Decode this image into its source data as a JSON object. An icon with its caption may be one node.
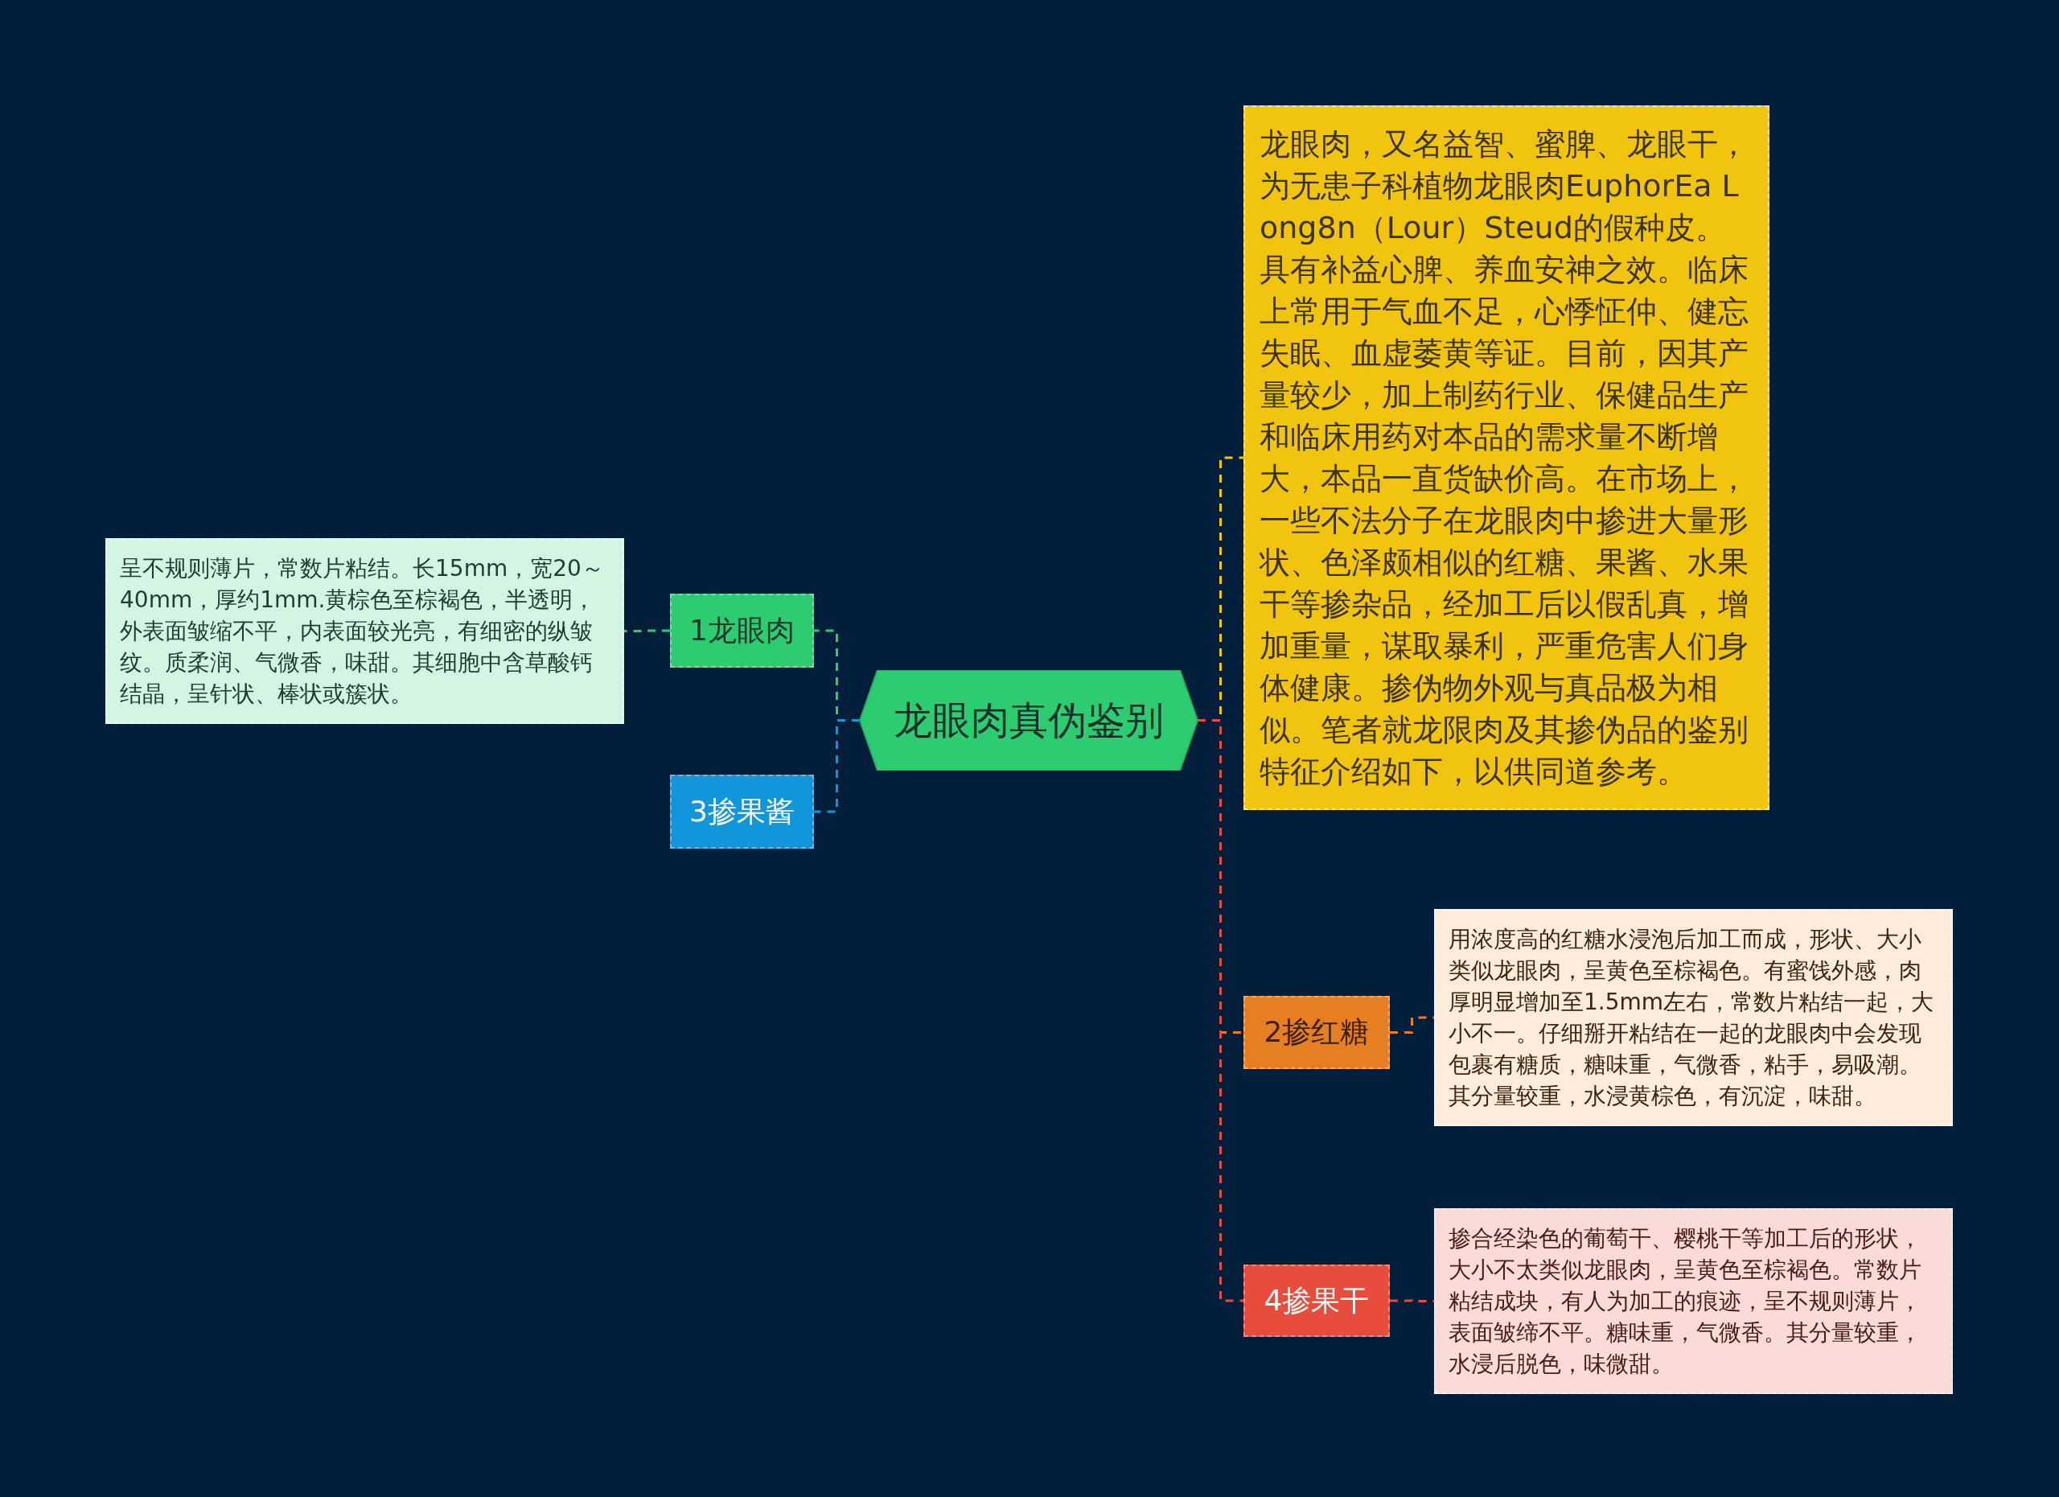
{
  "diagram": {
    "nodes": [
      {
        "text": [
          "龙眼肉真伪鉴别"
        ]
      },
      {
        "text": [
          "1龙眼肉"
        ]
      },
      {
        "text": [
          "呈不规则薄片，常数片粘结。长15mm，宽20～40mm，厚约1mm.黄棕色至棕褐色，半透明，外表面皱缩不平，内表面较光亮，有细密的纵皱纹。质柔润、气微香，味甜。其细胞中含草酸钙结晶，呈针状、棒状或簇状。"
        ]
      },
      {
        "text": [
          "3掺果酱"
        ]
      },
      {
        "text": [
          "龙眼肉，又名益智、蜜脾、龙眼干，为无患子科植物龙眼肉EuphorEa Long8n（Lour）Steud的假种皮。具有补益心脾、养血安神之效。临床上常用于气血不足，心悸怔仲、健忘失眠、血虚萎黄等证。目前，因其产量较少，加上制药行业、保健品生产和临床用药对本品的需求量不断增大，本品一直货缺价高。在市场上，一些不法分子在龙眼肉中掺进大量形状、色泽颇相似的红糖、果酱、水果干等掺杂品，经加工后以假乱真，增加重量，谋取暴利，严重危害人们身体健康。掺伪物外观与真品极为相似。笔者就龙限肉及其掺伪品的鉴别特征介绍如下，以供同道参考。"
        ]
      },
      {
        "text": [
          "2掺红糖"
        ]
      },
      {
        "text": [
          "用浓度高的红糖水浸泡后加工而成，形状、大小类似龙眼肉，呈黄色至棕褐色。有蜜饯外感，肉厚明显增加至1.5mm左右，常数片粘结一起，大小不一。仔细掰开粘结在一起的龙眼肉中会发现包裹有糖质，糖味重，气微香，粘手，易吸潮。其分量较重，水浸黄棕色，有沉淀，味甜。"
        ]
      },
      {
        "text": [
          "4掺果干"
        ]
      },
      {
        "text": [
          "掺合经染色的葡萄干、樱桃干等加工后的形状，大小不太类似龙眼肉，呈黄色至棕褐色。常数片粘结成块，有人为加工的痕迹，呈不规则薄片，表面皱缔不平。糖味重，气微香。其分量较重，水浸后脱色，味微甜。"
        ]
      }
    ],
    "edges": [
      {
        "from": 0,
        "to": 1,
        "arrow": "none",
        "style": "dashed",
        "color": "#2ecc71"
      },
      {
        "from": 0,
        "to": 3,
        "arrow": "none",
        "style": "dashed",
        "color": "#1296db"
      },
      {
        "from": 1,
        "to": 2,
        "arrow": "none",
        "style": "dashed",
        "color": "#2ecc71"
      },
      {
        "from": 0,
        "to": 4,
        "arrow": "none",
        "style": "dashed",
        "color": "#f1c40f"
      },
      {
        "from": 0,
        "to": 5,
        "arrow": "none",
        "style": "dashed",
        "color": "#e67e22"
      },
      {
        "from": 0,
        "to": 7,
        "arrow": "none",
        "style": "dashed",
        "color": "#e74c3c"
      },
      {
        "from": 5,
        "to": 6,
        "arrow": "none",
        "style": "dashed",
        "color": "#e67e22"
      },
      {
        "from": 7,
        "to": 8,
        "arrow": "none",
        "style": "dashed",
        "color": "#e74c3c"
      }
    ]
  }
}
